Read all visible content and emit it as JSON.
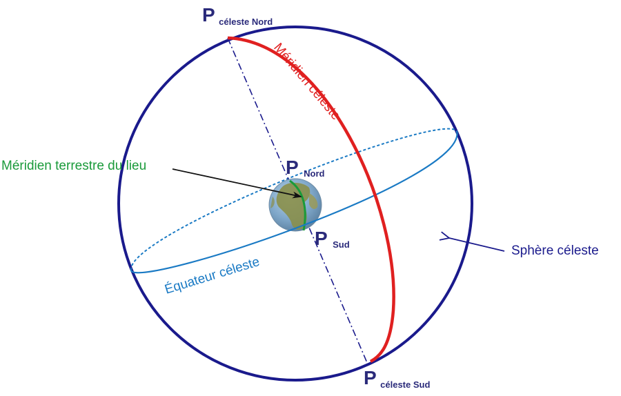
{
  "colors": {
    "sphere": "#1a1a8c",
    "equator": "#1a7ac4",
    "celestial_meridian": "#e02020",
    "terrestrial_meridian": "#1a9a3a",
    "axis": "#1a1a8c",
    "pole_label": "#2a2a7a",
    "arrow": "#111111",
    "earth_ocean": "#7fa7c9",
    "earth_land": "#8a8f4a"
  },
  "poles": {
    "celestial_north": {
      "letter": "P",
      "sub": "céleste Nord"
    },
    "celestial_south": {
      "letter": "P",
      "sub": "céleste Sud"
    },
    "north": {
      "letter": "P",
      "sub": "Nord"
    },
    "south": {
      "letter": "P",
      "sub": "Sud"
    }
  },
  "labels": {
    "celestial_meridian": "Méridien céleste",
    "celestial_equator": "Équateur céleste",
    "terrestrial_meridian": "Méridien terrestre du lieu",
    "celestial_sphere": "Sphère céleste"
  },
  "icons": {
    "earth": "earth-globe-icon"
  }
}
